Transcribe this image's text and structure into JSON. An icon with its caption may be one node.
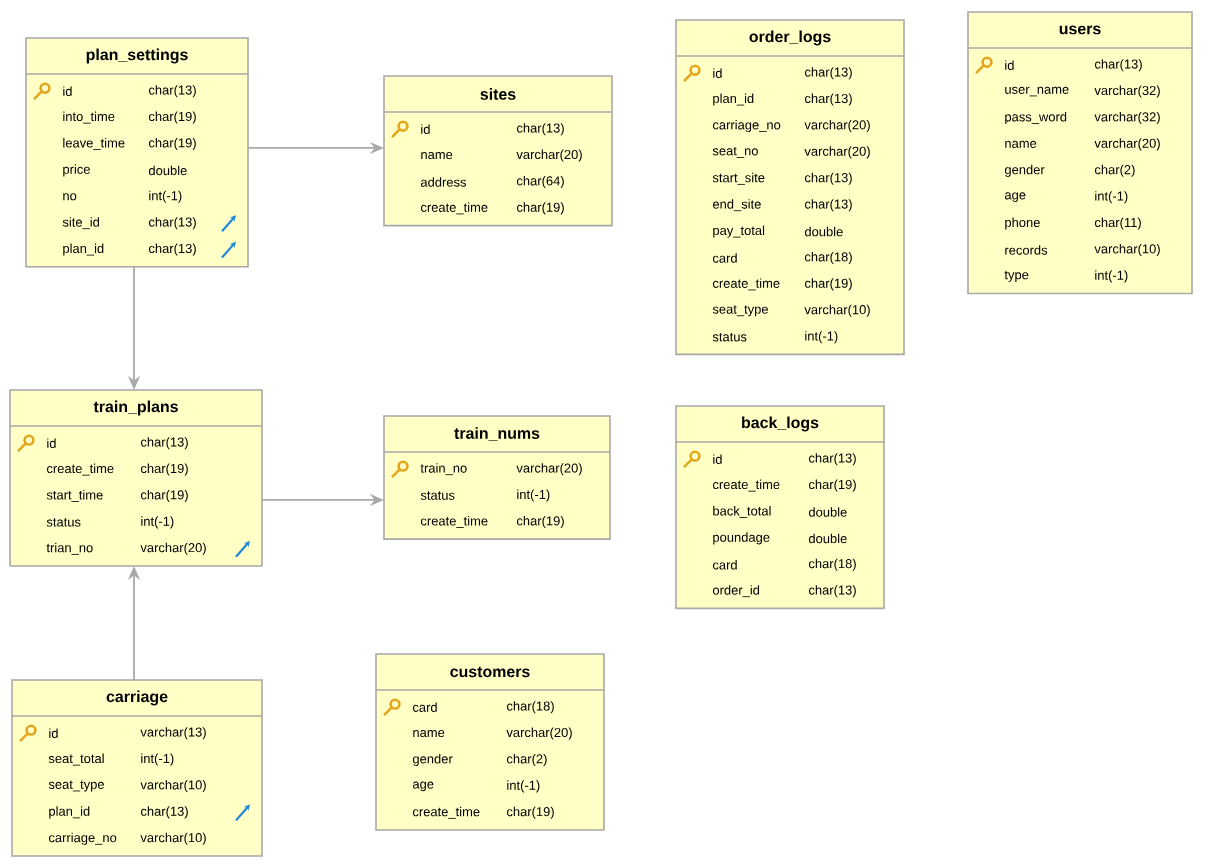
{
  "diagram": {
    "nodes": [
      {
        "text": [
          "plan_settings",
          "id",
          "char(13)",
          "into_time",
          "char(19)",
          "leave_time",
          "char(19)",
          "price",
          "double",
          "no",
          "int(-1)",
          "site_id",
          "char(13)",
          "plan_id",
          "char(13)"
        ]
      },
      {
        "text": [
          "sites",
          "id",
          "char(13)",
          "name",
          "varchar(20)",
          "address",
          "char(64)",
          "create_time",
          "char(19)"
        ]
      },
      {
        "text": [
          "order_logs",
          "id",
          "char(13)",
          "plan_id",
          "char(13)",
          "carriage_no",
          "varchar(20)",
          "seat_no",
          "varchar(20)",
          "start_site",
          "char(13)",
          "end_site",
          "char(13)",
          "pay_total",
          "double",
          "card",
          "char(18)",
          "create_time",
          "char(19)",
          "seat_type",
          "varchar(10)",
          "status",
          "int(-1)"
        ]
      },
      {
        "text": [
          "users",
          "id",
          "char(13)",
          "user_name",
          "varchar(32)",
          "pass_word",
          "varchar(32)",
          "name",
          "varchar(20)",
          "gender",
          "char(2)",
          "age",
          "int(-1)",
          "phone",
          "char(11)",
          "records",
          "varchar(10)",
          "type",
          "int(-1)"
        ]
      },
      {
        "text": [
          "train_plans",
          "id",
          "char(13)",
          "create_time",
          "char(19)",
          "start_time",
          "char(19)",
          "status",
          "int(-1)",
          "trian_no",
          "varchar(20)"
        ]
      },
      {
        "text": [
          "train_nums",
          "train_no",
          "varchar(20)",
          "status",
          "int(-1)",
          "create_time",
          "char(19)"
        ]
      },
      {
        "text": [
          "back_logs",
          "id",
          "char(13)",
          "create_time",
          "char(19)",
          "back_total",
          "double",
          "poundage",
          "double",
          "card",
          "char(18)",
          "order_id",
          "char(13)"
        ]
      },
      {
        "text": [
          "carriage",
          "id",
          "varchar(13)",
          "seat_total",
          "int(-1)",
          "seat_type",
          "varchar(10)",
          "plan_id",
          "char(13)",
          "carriage_no",
          "varchar(10)"
        ]
      },
      {
        "text": [
          "customers",
          "card",
          "char(18)",
          "name",
          "varchar(20)",
          "gender",
          "char(2)",
          "age",
          "int(-1)",
          "create_time",
          "char(19)"
        ]
      }
    ],
    "edges": [
      {
        "from": 0,
        "to": 1,
        "arrow": "to"
      },
      {
        "from": 0,
        "to": 4,
        "arrow": "to"
      },
      {
        "from": 4,
        "to": 5,
        "arrow": "to"
      },
      {
        "from": 7,
        "to": 4,
        "arrow": "to"
      }
    ]
  }
}
